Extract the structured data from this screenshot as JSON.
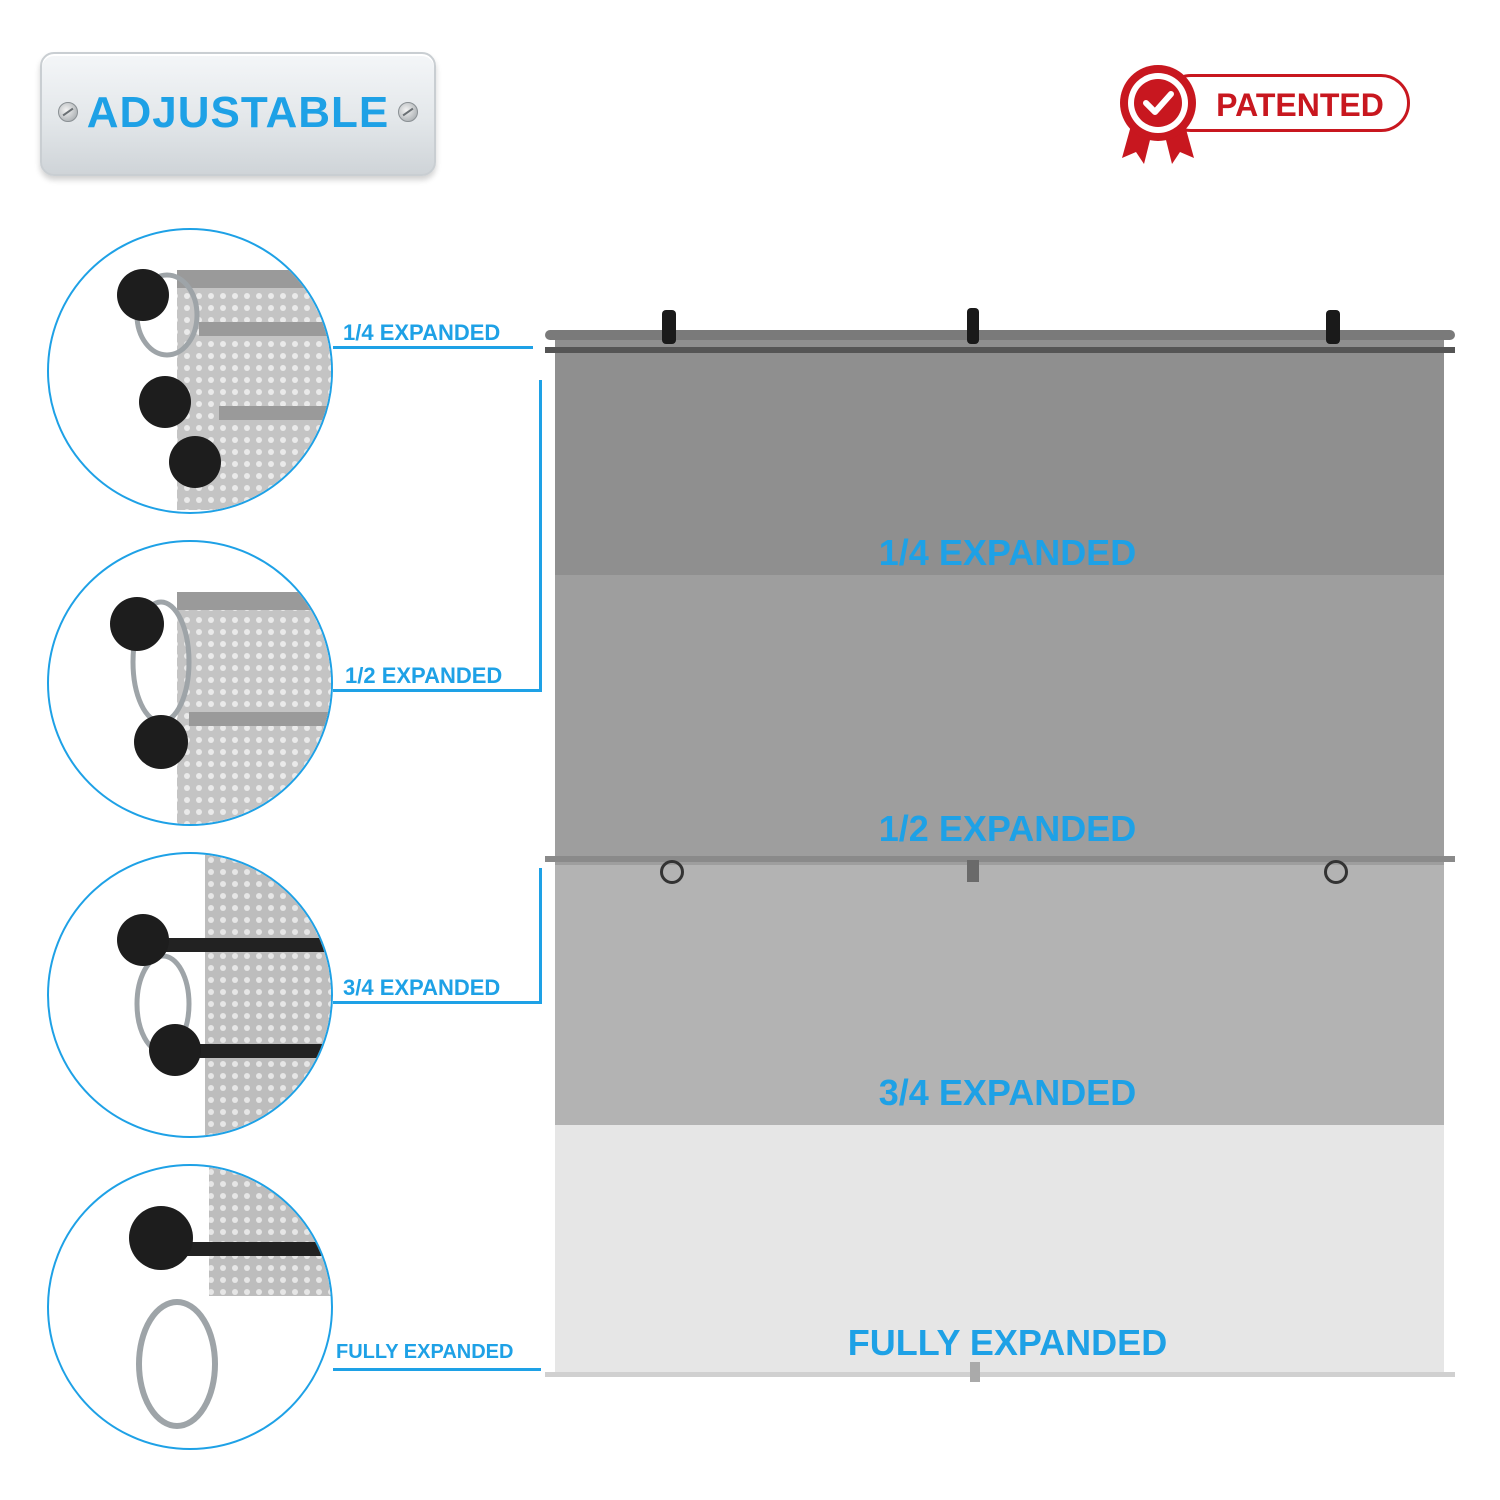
{
  "header": {
    "adjustable_label": "ADJUSTABLE",
    "patented_label": "PATENTED"
  },
  "states": [
    {
      "label": "1/4 EXPANDED"
    },
    {
      "label": "1/2 EXPANDED"
    },
    {
      "label": "3/4 EXPANDED"
    },
    {
      "label": "FULLY EXPANDED"
    }
  ],
  "colors": {
    "accent": "#1ea1e6",
    "badge_red": "#c8171f",
    "shade_dark": "#8f8f8f",
    "shade_mid": "#9e9e9e",
    "shade_light": "#b3b3b3",
    "shade_lightest": "#e6e6e6"
  },
  "icons": {
    "patent_badge": "ribbon-check-icon",
    "hook": "clip-hook-icon",
    "knob": "knob-icon",
    "ring": "ring-icon"
  }
}
